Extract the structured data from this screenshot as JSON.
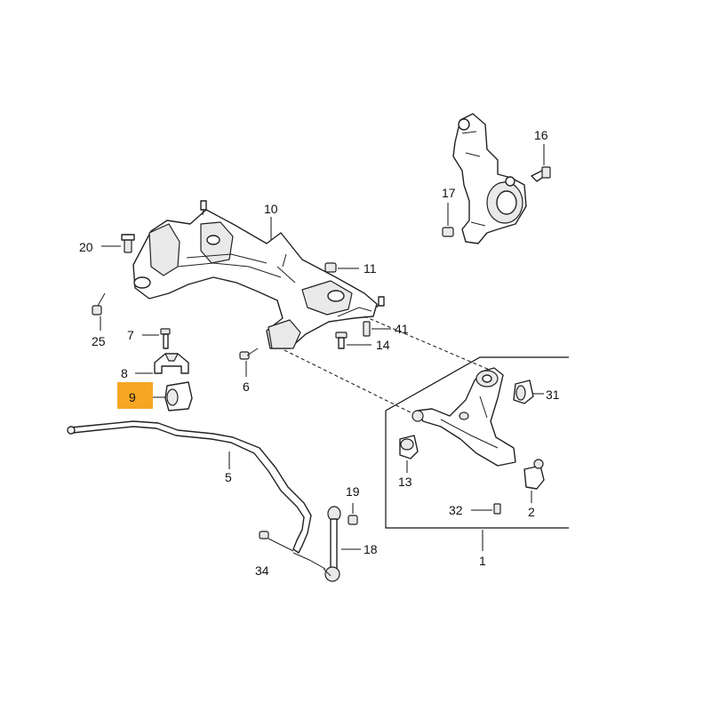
{
  "highlight_color": "#f5a623",
  "callouts": {
    "c1": "1",
    "c2": "2",
    "c5": "5",
    "c6": "6",
    "c7": "7",
    "c8": "8",
    "c9": "9",
    "c10": "10",
    "c11": "11",
    "c13": "13",
    "c14": "14",
    "c16": "16",
    "c17": "17",
    "c18": "18",
    "c19": "19",
    "c20": "20",
    "c25": "25",
    "c31": "31",
    "c32": "32",
    "c34": "34",
    "c41": "41"
  }
}
